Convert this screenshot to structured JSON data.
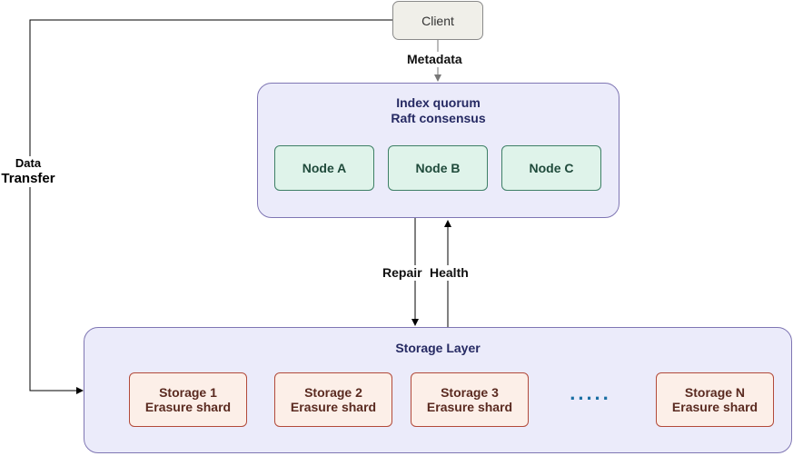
{
  "client": {
    "label": "Client"
  },
  "edges": {
    "metadata": "Metadata",
    "data_transfer_line1": "Data",
    "data_transfer_line2": "Transfer",
    "repair": "Repair",
    "health": "Health"
  },
  "index_quorum": {
    "title_line1": "Index quorum",
    "title_line2": "Raft consensus",
    "nodes": [
      "Node A",
      "Node B",
      "Node C"
    ]
  },
  "storage_layer": {
    "title": "Storage Layer",
    "storages": [
      {
        "name": "Storage 1",
        "subtitle": "Erasure shard"
      },
      {
        "name": "Storage 2",
        "subtitle": "Erasure shard"
      },
      {
        "name": "Storage 3",
        "subtitle": "Erasure shard"
      },
      {
        "name": "Storage N",
        "subtitle": "Erasure shard"
      }
    ],
    "ellipsis": "....."
  },
  "colors": {
    "container_fill": "#ebebfa",
    "container_border": "#7f76b3",
    "node_fill": "#dff3ea",
    "storage_fill": "#fcefe8",
    "storage_border": "#b24a3a",
    "ellipsis": "#1b6fa3"
  }
}
